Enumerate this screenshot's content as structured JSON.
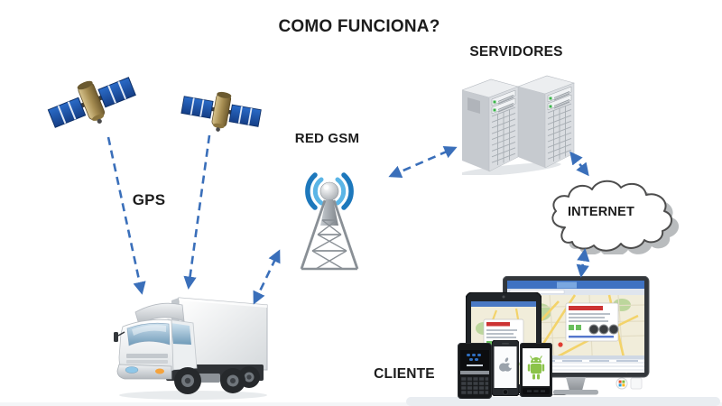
{
  "title": "COMO FUNCIONA?",
  "labels": {
    "gps": "GPS",
    "red_gsm": "RED GSM",
    "servidores": "SERVIDORES",
    "internet": "INTERNET",
    "cliente": "CLIENTE"
  },
  "icons": {
    "satellite": "gold body with blue solar panels",
    "truck": "white box delivery truck",
    "gsm_antenna": "lattice tower with blue radio waves",
    "servers": "two gray server towers with green LEDs",
    "internet_cloud": "outlined white cloud",
    "client_devices": "monitor, tablet, blackberry, iphone, android phone showing tracking maps"
  },
  "colors": {
    "arrow_blue": "#3a6fba",
    "antenna_wave_dark": "#1d78bc",
    "antenna_wave_light": "#5bb5e6",
    "server_led_green": "#3bb54a",
    "cloud_outline": "#4d4d4d",
    "text": "#1c1c1c"
  },
  "diagram": {
    "nodes": [
      {
        "id": "satellites",
        "label": "GPS",
        "icon": "satellite-icon",
        "count": 2
      },
      {
        "id": "truck",
        "label": "",
        "icon": "truck-icon"
      },
      {
        "id": "gsm_network",
        "label": "RED GSM",
        "icon": "antenna-icon"
      },
      {
        "id": "servers",
        "label": "SERVIDORES",
        "icon": "server-icon",
        "count": 2
      },
      {
        "id": "internet",
        "label": "INTERNET",
        "icon": "cloud-icon"
      },
      {
        "id": "client",
        "label": "CLIENTE",
        "icon": "devices-icon"
      }
    ],
    "connections": [
      {
        "from": "satellites",
        "to": "truck",
        "style": "dashed",
        "direction": "one-way"
      },
      {
        "from": "truck",
        "to": "gsm_network",
        "style": "dashed",
        "direction": "two-way"
      },
      {
        "from": "gsm_network",
        "to": "servers",
        "style": "dashed",
        "direction": "two-way"
      },
      {
        "from": "servers",
        "to": "internet",
        "style": "dashed",
        "direction": "two-way"
      },
      {
        "from": "internet",
        "to": "client",
        "style": "dashed",
        "direction": "two-way"
      }
    ]
  }
}
